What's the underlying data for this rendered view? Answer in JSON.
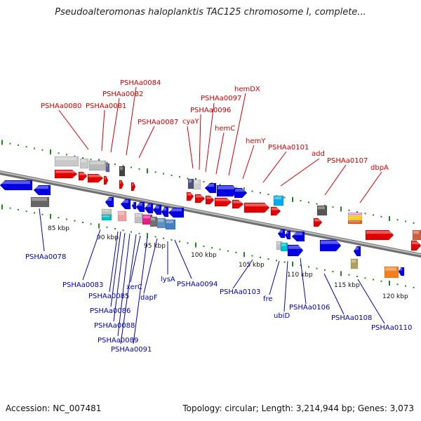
{
  "title": "Pseudoalteromonas haloplanktis TAC125 chromosome I, complete...",
  "footer": {
    "accession": "Accession: NC_007481",
    "summary": "Topology: circular; Length: 3,214,944 bp; Genes: 3,073"
  },
  "colors": {
    "forward_gene": "#e00000",
    "reverse_gene": "#0000e0",
    "forward_label": "#d20000",
    "reverse_label": "#0000b4",
    "backbone": "#8a8a8a",
    "tick": "#1a8a1a"
  },
  "scale_ticks": [
    "85 kbp",
    "90 kbp",
    "95 kbp",
    "100 kbp",
    "105 kbp",
    "110 kbp",
    "115 kbp",
    "120 kbp"
  ],
  "top_labels": [
    "PSHAa0080",
    "PSHAa0081",
    "PSHAa0082",
    "PSHAa0084",
    "PSHAa0087",
    "cyaY",
    "PSHAa0096",
    "PSHAa0097",
    "hemDX",
    "hemC",
    "hemY",
    "PSHAa0101",
    "add",
    "PSHAa0107",
    "dbpA"
  ],
  "bottom_labels": [
    "PSHAa0078",
    "PSHAa0083",
    "PSHAa0085",
    "PSHAa0086",
    "PSHAa0088",
    "PSHAa0089",
    "PSHAa0091",
    "xerC",
    "dapF",
    "lysA",
    "PSHAa0094",
    "PSHAa0103",
    "fre",
    "ubiD",
    "PSHAa0106",
    "PSHAa0108",
    "PSHAa0110"
  ]
}
